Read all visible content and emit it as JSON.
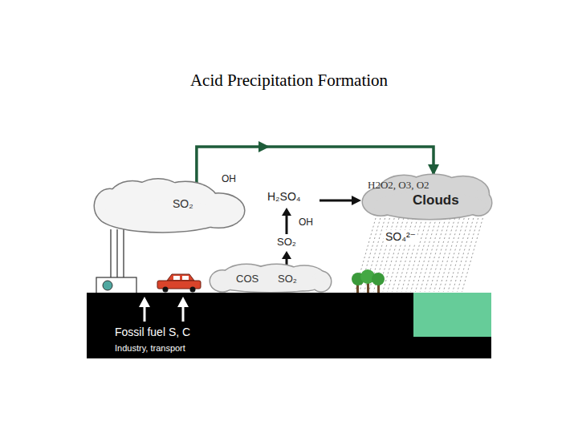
{
  "diagram": {
    "title": "Acid Precipitation Formation",
    "nodes": [
      {
        "text": [
          "SO₂"
        ]
      },
      {
        "text": [
          "H2O2, O3, O2",
          "Clouds"
        ]
      },
      {
        "text": [
          "COS",
          "SO₂"
        ]
      },
      {
        "text": [
          "Fossil fuel S, C",
          "Industry, transport"
        ]
      }
    ],
    "edges": [
      {
        "from": 0,
        "to": 1,
        "arrow": "to"
      }
    ],
    "labels": [
      "OH",
      "H₂SO₄",
      "OH",
      "SO₂",
      "SO₄²⁻"
    ]
  }
}
